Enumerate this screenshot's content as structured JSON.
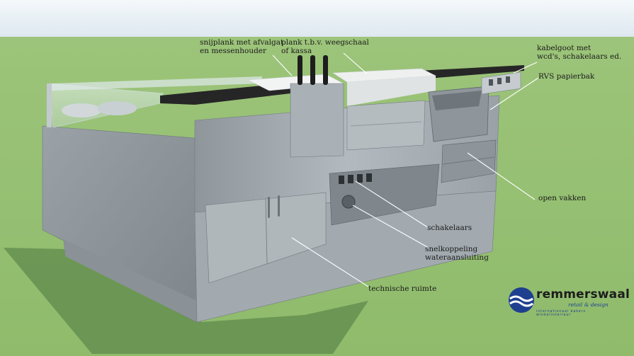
{
  "annotations": [
    {
      "id": "cutting-board",
      "lines": [
        "snijplank met afvalgat",
        "en messenhouder"
      ]
    },
    {
      "id": "scale-board",
      "lines": [
        "plank t.b.v. weegschaal",
        "of kassa"
      ]
    },
    {
      "id": "cable-duct",
      "lines": [
        "kabelgoot met",
        "wcd's, schakelaars ed."
      ]
    },
    {
      "id": "paper-bin",
      "lines": [
        "RVS papierbak"
      ]
    },
    {
      "id": "open-shelves",
      "lines": [
        "open vakken"
      ]
    },
    {
      "id": "switches",
      "lines": [
        "schakelaars"
      ]
    },
    {
      "id": "quick-coupling",
      "lines": [
        "snelkoppeling",
        "wateraansluiting"
      ]
    },
    {
      "id": "technical-space",
      "lines": [
        "technische ruimte"
      ]
    }
  ],
  "logo": {
    "name": "remmerswaal",
    "subtitle": "retail & design",
    "tagline": "internationaal  bakers  winkelinterieur"
  },
  "colors": {
    "ground": "#9bc278",
    "steel": "#a9b0b5",
    "worktop": "#262626",
    "logo_blue": "#1f3f8f"
  }
}
